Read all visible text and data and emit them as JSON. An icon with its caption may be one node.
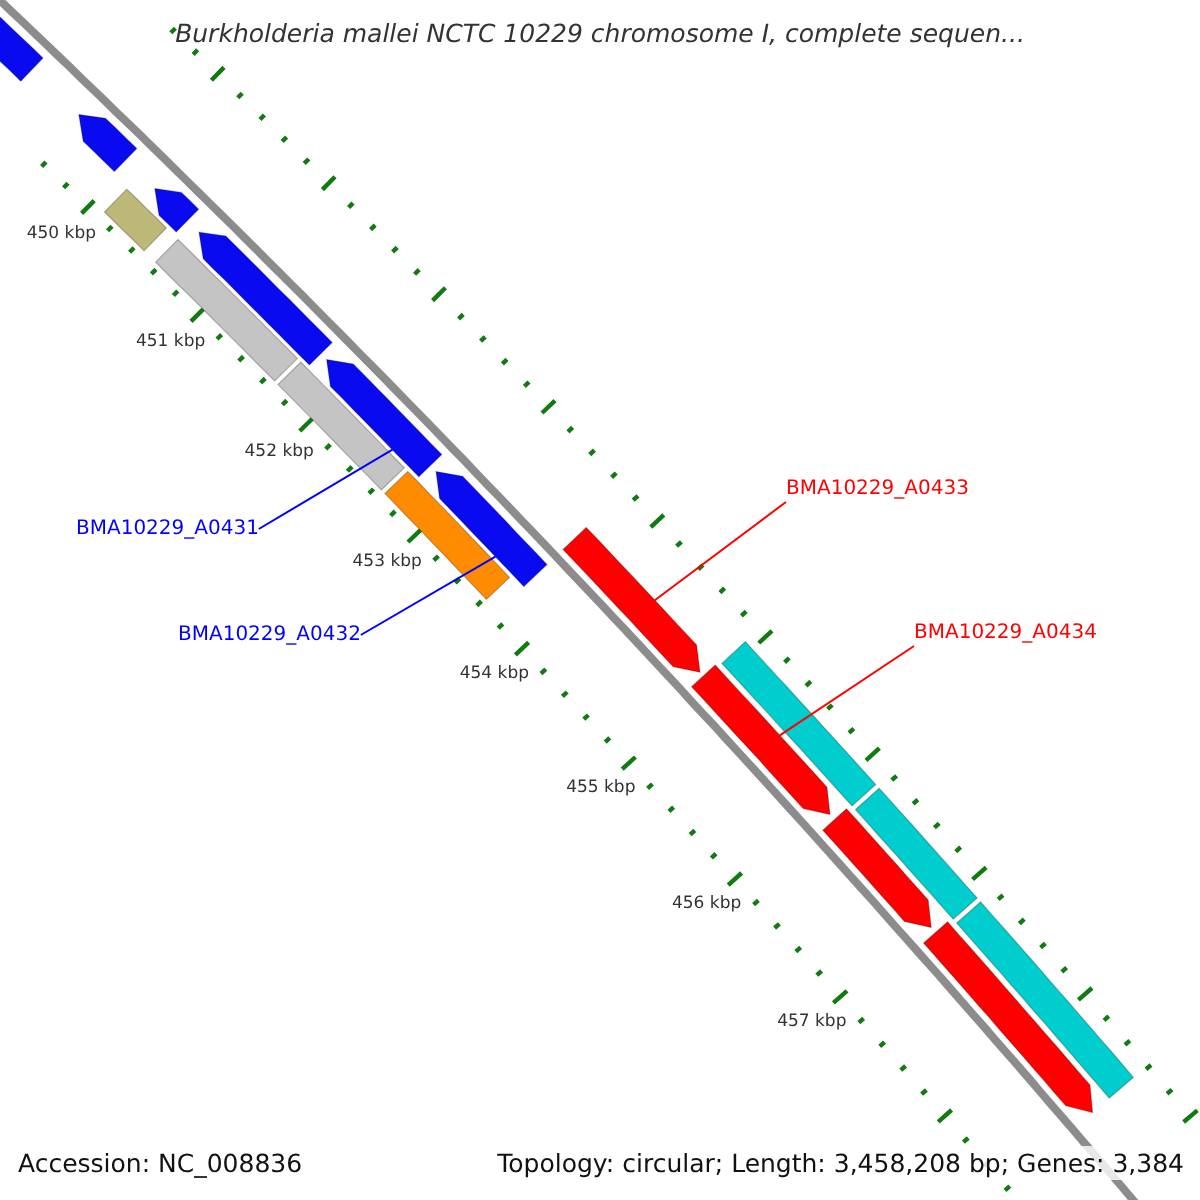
{
  "diagram": {
    "title": "Burkholderia mallei NCTC 10229 chromosome I, complete sequen...",
    "nodes": [
      {
        "text": [
          "BMA10229_A0431"
        ]
      },
      {
        "text": [
          "BMA10229_A0432"
        ]
      },
      {
        "text": [
          "BMA10229_A0433"
        ]
      },
      {
        "text": [
          "BMA10229_A0434"
        ]
      },
      {
        "text": [],
        "shape": "arrow"
      },
      {
        "text": [],
        "shape": "arrow"
      },
      {
        "text": [],
        "shape": "bar"
      },
      {
        "text": [],
        "shape": "arrow"
      },
      {
        "text": [],
        "shape": "bar"
      },
      {
        "text": [],
        "shape": "arrow"
      },
      {
        "text": [],
        "shape": "bar"
      },
      {
        "text": [],
        "shape": "arrow"
      },
      {
        "text": [],
        "shape": "bar"
      },
      {
        "text": [],
        "shape": "arrow"
      },
      {
        "text": [],
        "shape": "arrow"
      },
      {
        "text": [],
        "shape": "arrow"
      },
      {
        "text": [],
        "shape": "bar"
      },
      {
        "text": [],
        "shape": "arrow"
      },
      {
        "text": [],
        "shape": "bar"
      },
      {
        "text": [],
        "shape": "arrow"
      },
      {
        "text": [],
        "shape": "bar"
      }
    ],
    "edges": [
      {
        "from": 0,
        "to": 11,
        "arrow": "none",
        "color": "#0000ff"
      },
      {
        "from": 1,
        "to": 13,
        "arrow": "none",
        "color": "#0000ff"
      },
      {
        "from": 2,
        "to": 14,
        "arrow": "none",
        "color": "#ff0000"
      },
      {
        "from": 3,
        "to": 15,
        "arrow": "none",
        "color": "#ff0000"
      }
    ],
    "labels": [
      "450 kbp",
      "451 kbp",
      "452 kbp",
      "453 kbp",
      "454 kbp",
      "455 kbp",
      "456 kbp",
      "457 kbp",
      "Accession: NC_008836",
      "Topology: circular; Length: 3,458,208 bp; Genes: 3,384"
    ]
  }
}
